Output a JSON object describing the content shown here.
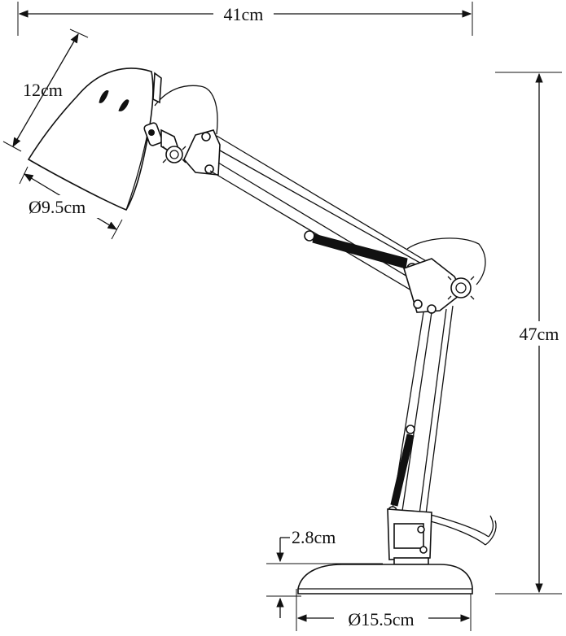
{
  "diagram": {
    "subject-icon": "desk-lamp-icon",
    "dimensions": {
      "width": "41cm",
      "height": "47cm",
      "shade_length": "12cm",
      "shade_diameter": "Ø9.5cm",
      "base_height": "2.8cm",
      "base_diameter": "Ø15.5cm"
    },
    "colors": {
      "line": "#111111",
      "background": "#ffffff"
    }
  }
}
